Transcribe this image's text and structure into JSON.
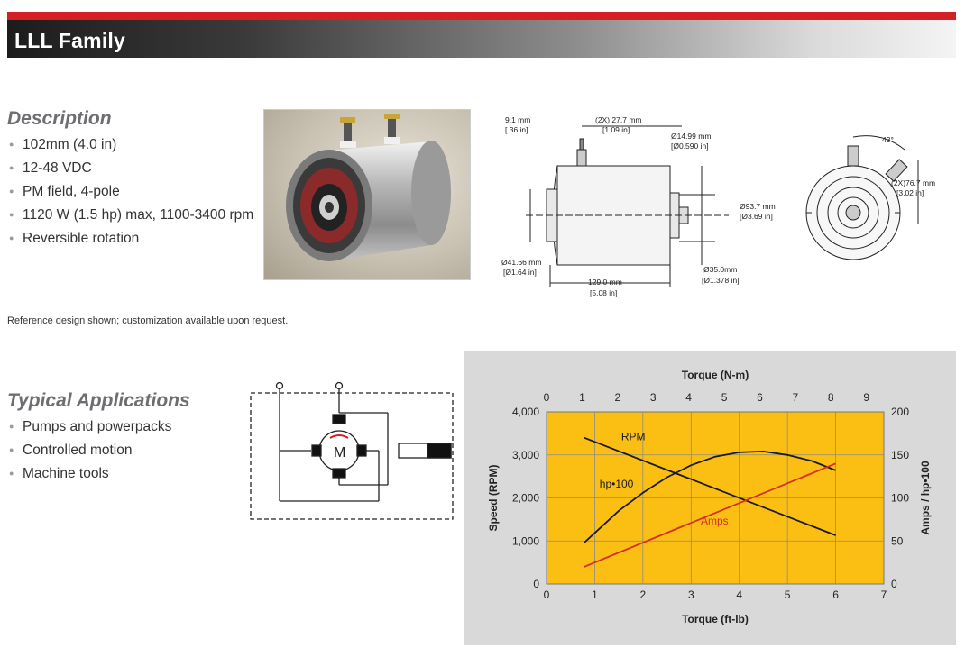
{
  "header": {
    "title": "LLL Family"
  },
  "description": {
    "title": "Description",
    "items": [
      "102mm (4.0 in)",
      "12-48 VDC",
      "PM field, 4-pole",
      "1120 W (1.5 hp) max, 1100-3400 rpm",
      "Reversible rotation"
    ]
  },
  "drawing": {
    "dim1_mm": "9.1 mm",
    "dim1_in": "[.36 in]",
    "dim2_mm": "(2X) 27.7 mm",
    "dim2_in": "[1.09 in]",
    "dim3_mm": "Ø14.99 mm",
    "dim3_in": "[Ø0.590 in]",
    "dim4_mm": "Ø93.7 mm",
    "dim4_in": "[Ø3.69 in]",
    "dim5_mm": "Ø41.66 mm",
    "dim5_in": "[Ø1.64 in]",
    "dim6_mm": "129.0 mm",
    "dim6_in": "[5.08 in]",
    "dim7_mm": "Ø35.0mm",
    "dim7_in": "[Ø1.378 in]",
    "angle": "43°",
    "dim8_mm": "(2X)76.7 mm",
    "dim8_in": "[3.02 in]"
  },
  "note": "Reference design shown; customization available upon request.",
  "applications": {
    "title": "Typical Applications",
    "items": [
      "Pumps and powerpacks",
      "Controlled motion",
      "Machine tools"
    ]
  },
  "schematic": {
    "motor_label": "M"
  },
  "colors": {
    "accent": "#d51f26",
    "chart_bg": "#fbbf14",
    "amps_line": "#d62c1f",
    "panel": "#d9d9d9"
  },
  "chart_data": {
    "type": "line",
    "title": "",
    "xlabel": "Torque (ft-lb)",
    "xlim": [
      0,
      7
    ],
    "xticks": [
      0,
      1,
      2,
      3,
      4,
      5,
      6,
      7
    ],
    "x2label": "Torque (N-m)",
    "x2lim": [
      0,
      9.49
    ],
    "x2ticks": [
      0,
      1,
      2,
      3,
      4,
      5,
      6,
      7,
      8,
      9
    ],
    "ylabel": "Speed (RPM)",
    "ylim": [
      0,
      4000
    ],
    "yticks": [
      0,
      1000,
      2000,
      3000,
      4000
    ],
    "ytick_labels": [
      "0",
      "1,000",
      "2,000",
      "3,000",
      "4,000"
    ],
    "y2label": "Amps / hp•100",
    "y2lim": [
      0,
      200
    ],
    "y2ticks": [
      0,
      50,
      100,
      150,
      200
    ],
    "grid": true,
    "series": [
      {
        "name": "RPM",
        "axis": "left",
        "color": "#1a1a1a",
        "x": [
          0.78,
          6.0
        ],
        "y": [
          3400,
          1130
        ]
      },
      {
        "name": "hp•100",
        "axis": "right",
        "color": "#1a1a1a",
        "x": [
          0.78,
          1.5,
          2.0,
          2.5,
          3.0,
          3.5,
          4.0,
          4.5,
          5.0,
          5.5,
          6.0
        ],
        "y": [
          48,
          85,
          106,
          124,
          138,
          148,
          153,
          154,
          150,
          143,
          132
        ]
      },
      {
        "name": "Amps",
        "axis": "right",
        "color": "#d62c1f",
        "x": [
          0.78,
          6.0
        ],
        "y": [
          20,
          140
        ]
      }
    ],
    "labels": [
      {
        "text": "RPM",
        "x": 1.55,
        "y": 3340,
        "color": "#1a1a1a"
      },
      {
        "text": "hp•100",
        "x": 1.1,
        "y": 2240,
        "color": "#1a1a1a"
      },
      {
        "text": "Amps",
        "x": 3.2,
        "y": 1380,
        "color": "#d62c1f"
      }
    ]
  }
}
